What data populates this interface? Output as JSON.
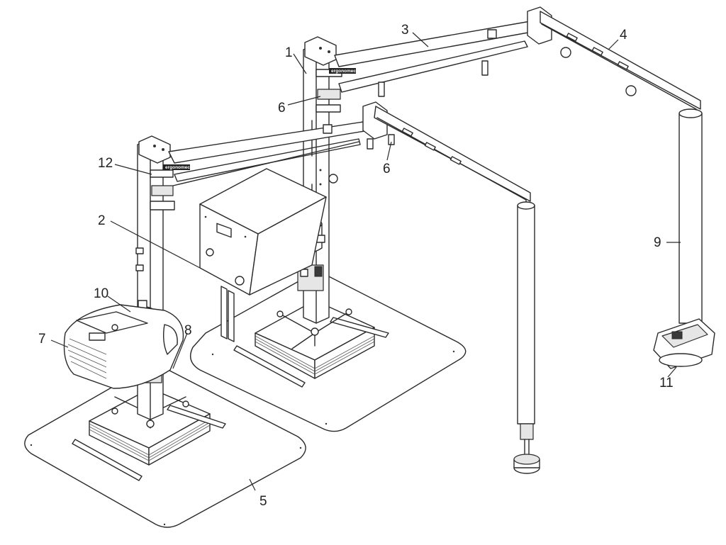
{
  "brand_label": "ergonomech",
  "callouts": [
    {
      "id": "c1",
      "label": "1"
    },
    {
      "id": "c2",
      "label": "2"
    },
    {
      "id": "c3",
      "label": "3"
    },
    {
      "id": "c4",
      "label": "4"
    },
    {
      "id": "c5",
      "label": "5"
    },
    {
      "id": "c6a",
      "label": "6"
    },
    {
      "id": "c6b",
      "label": "6"
    },
    {
      "id": "c7",
      "label": "7"
    },
    {
      "id": "c8",
      "label": "8"
    },
    {
      "id": "c9",
      "label": "9"
    },
    {
      "id": "c10",
      "label": "10"
    },
    {
      "id": "c11",
      "label": "11"
    },
    {
      "id": "c12",
      "label": "12"
    }
  ]
}
